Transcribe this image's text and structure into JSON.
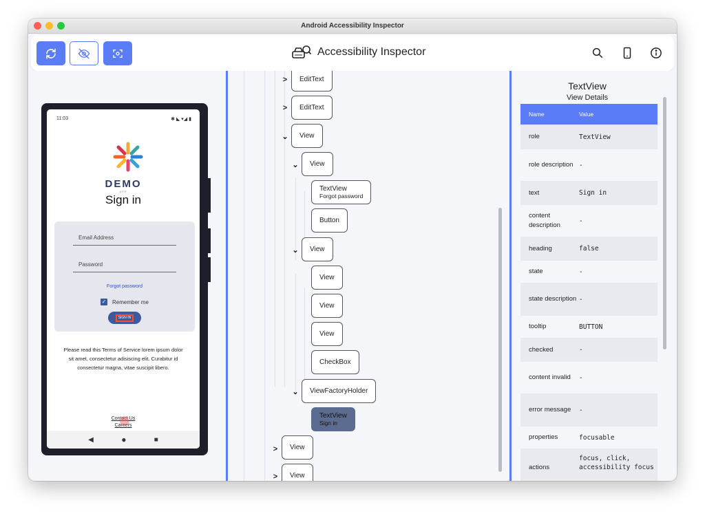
{
  "window": {
    "title": "Android Accessibility Inspector",
    "traffic_colors": [
      "#fe5f57",
      "#febc2e",
      "#28c840"
    ]
  },
  "toolbar": {
    "app_title": "Accessibility Inspector",
    "buttons": [
      "refresh-icon",
      "eye-off-icon",
      "screenshot-icon"
    ],
    "right_icons": [
      "search-icon",
      "phone-icon",
      "info-icon"
    ],
    "accent": "#5b7cf7"
  },
  "device": {
    "status_time": "11:03",
    "app_name": "DEMO",
    "app_sub": "APP",
    "screen_title": "Sign in",
    "email_label": "Email Address",
    "password_label": "Password",
    "forgot": "Forgot password",
    "remember": "Remember me",
    "signin_button": "SIGN IN",
    "terms": "Please read this Terms of Service lorem ipsum dolor sit amet, consectetur adisiscing elit. Curabitur id consectetur magna, vitae suscipit libero.",
    "contact": "Contact Us",
    "careers": "Careers"
  },
  "tree": {
    "nodes": [
      {
        "label": "EditText",
        "sub": ""
      },
      {
        "label": "EditText",
        "sub": ""
      },
      {
        "label": "View",
        "sub": ""
      },
      {
        "label": "View",
        "sub": ""
      },
      {
        "label": "TextView",
        "sub": "Forgot password"
      },
      {
        "label": "Button",
        "sub": ""
      },
      {
        "label": "View",
        "sub": ""
      },
      {
        "label": "View",
        "sub": ""
      },
      {
        "label": "View",
        "sub": ""
      },
      {
        "label": "View",
        "sub": ""
      },
      {
        "label": "CheckBox",
        "sub": ""
      },
      {
        "label": "ViewFactoryHolder",
        "sub": ""
      },
      {
        "label": "TextView",
        "sub": "Sign in"
      },
      {
        "label": "View",
        "sub": ""
      },
      {
        "label": "View",
        "sub": ""
      }
    ],
    "selected_index": 12
  },
  "details": {
    "title": "TextView",
    "subtitle": "View Details",
    "header": {
      "name": "Name",
      "value": "Value"
    },
    "rows": [
      {
        "name": "role",
        "value": "TextView"
      },
      {
        "name": "role description",
        "value": "-"
      },
      {
        "name": "text",
        "value": "Sign in"
      },
      {
        "name": "content description",
        "value": "-"
      },
      {
        "name": "heading",
        "value": "false"
      },
      {
        "name": "state",
        "value": "-"
      },
      {
        "name": "state description",
        "value": "-"
      },
      {
        "name": "tooltip",
        "value": "BUTTON"
      },
      {
        "name": "checked",
        "value": "-"
      },
      {
        "name": "content invalid",
        "value": "-"
      },
      {
        "name": "error message",
        "value": "-"
      },
      {
        "name": "properties",
        "value": "focusable"
      },
      {
        "name": "actions",
        "value": "focus, click, accessibility focus"
      }
    ]
  }
}
